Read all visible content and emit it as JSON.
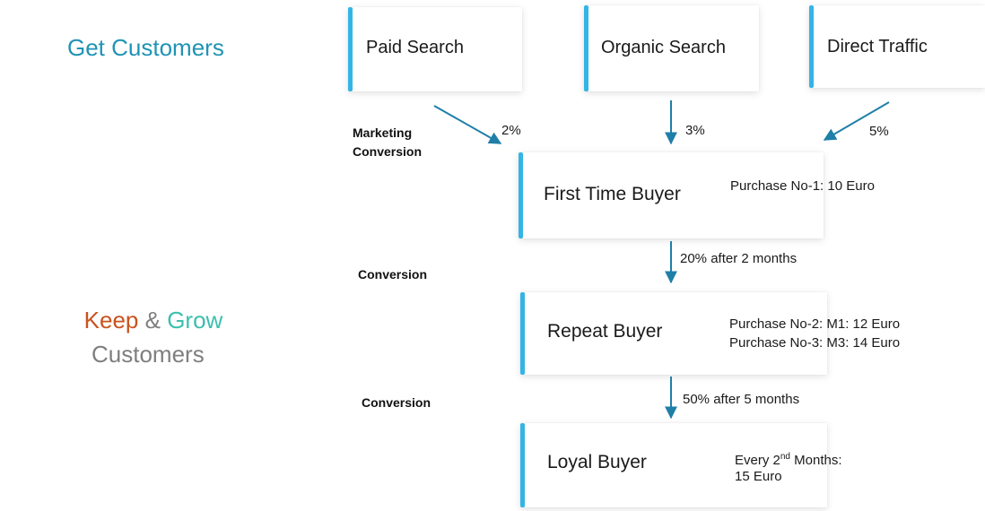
{
  "sections": {
    "get_customers": "Get Customers",
    "keep": "Keep",
    "amp": "&",
    "grow": "Grow",
    "customers": "Customers"
  },
  "sources": [
    {
      "label": "Paid Search",
      "rate": "2%"
    },
    {
      "label": "Organic Search",
      "rate": "3%"
    },
    {
      "label": "Direct Traffic",
      "rate": "5%"
    }
  ],
  "stage_labels": {
    "marketing_conversion_line1": "Marketing",
    "marketing_conversion_line2": "Conversion",
    "conversion_1": "Conversion",
    "conversion_2": "Conversion"
  },
  "stages": {
    "first_time": {
      "title": "First Time Buyer",
      "note": "Purchase No-1:  10 Euro"
    },
    "repeat": {
      "title": "Repeat Buyer",
      "note_line1": "Purchase No-2:  M1: 12 Euro",
      "note_line2": "Purchase No-3:   M3: 14 Euro",
      "transition": "20% after 2 months"
    },
    "loyal": {
      "title": "Loyal Buyer",
      "note_prefix": "Every 2",
      "note_sup": "nd",
      "note_suffix": " Months:",
      "note_line2": "15 Euro",
      "transition": "50% after 5 months"
    }
  },
  "colors": {
    "accent": "#1f93b5",
    "card_bar": "#33b5e5",
    "keep": "#c9531f",
    "grow": "#3bbfae",
    "muted": "#7f7f7f",
    "arrow": "#1f7fa8"
  }
}
